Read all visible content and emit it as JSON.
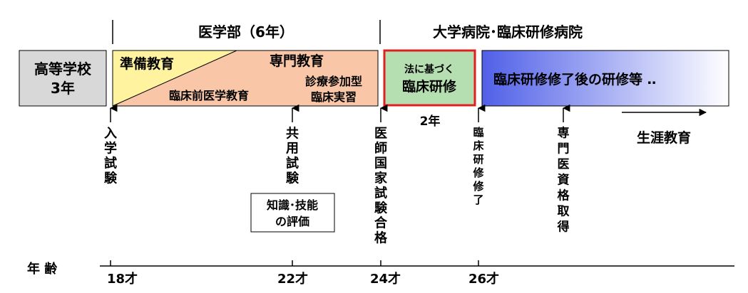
{
  "header": {
    "medical_school": "医学部（6年）",
    "hospital": "大学病院･臨床研修病院"
  },
  "stages": {
    "high_school": {
      "line1": "高等学校",
      "line2": "3年"
    },
    "medical": {
      "prep": "準備教育",
      "specialized": "専門教育",
      "preclinical": "臨床前医学教育",
      "clinical_line1": "診療参加型",
      "clinical_line2": "臨床実習"
    },
    "training": {
      "line1": "法に基づく",
      "line2": "臨床研修",
      "duration": "2年"
    },
    "post": {
      "label": "臨床研修修了後の研修等 ‥"
    }
  },
  "lifelong": "生涯教育",
  "events": {
    "entrance_exam": "入学試験",
    "cbt": "共用試験",
    "national_exam": "医師国家試験合格",
    "training_complete": "臨床研修修了",
    "specialist": "専門医資格取得",
    "evaluation_line1": "知識･技能",
    "evaluation_line2": "の評価"
  },
  "age_axis": {
    "label": "年 齢",
    "ticks": [
      "18才",
      "22才",
      "24才",
      "26才"
    ]
  },
  "colors": {
    "high_school_fill": "#d8d8d8",
    "prep_fill": "#fff3a0",
    "specialized_fill": "#f9c6a8",
    "training_fill": "#b5dfb0",
    "training_border": "#e02020",
    "post_gradient_start": "#5060e8",
    "post_gradient_end": "#ffffff"
  }
}
